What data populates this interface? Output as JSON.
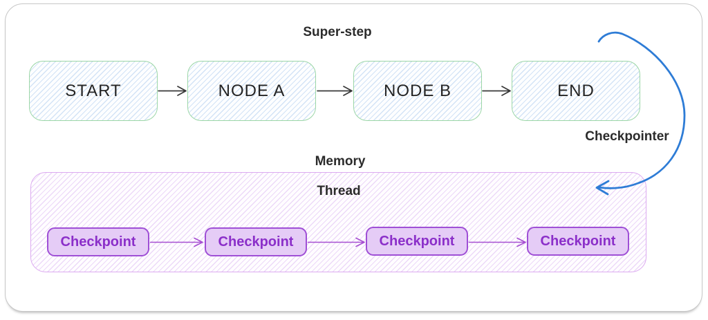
{
  "diagram": {
    "superstep_label": "Super-step",
    "checkpointer_label": "Checkpointer",
    "nodes": [
      {
        "label": "START"
      },
      {
        "label": "NODE A"
      },
      {
        "label": "NODE B"
      },
      {
        "label": "END"
      }
    ],
    "memory": {
      "label": "Memory",
      "thread": {
        "label": "Thread",
        "checkpoints": [
          {
            "label": "Checkpoint"
          },
          {
            "label": "Checkpoint"
          },
          {
            "label": "Checkpoint"
          },
          {
            "label": "Checkpoint"
          }
        ]
      }
    },
    "colors": {
      "node_border_green": "#9bd6a6",
      "node_hatch_blue": "#d3e3f6",
      "thread_border_purple": "#dcaaf0",
      "thread_hatch_purple": "#ecd9f8",
      "checkpoint_fill": "#e5ccf6",
      "checkpoint_border": "#9f4fd6",
      "checkpoint_text": "#8b2fc9",
      "arrow_dark": "#383838",
      "arrow_purple": "#a64fd1",
      "arrow_blue": "#2e7cd6",
      "label_text": "#2b2b2b",
      "frame_border": "#c6c6c6"
    }
  }
}
